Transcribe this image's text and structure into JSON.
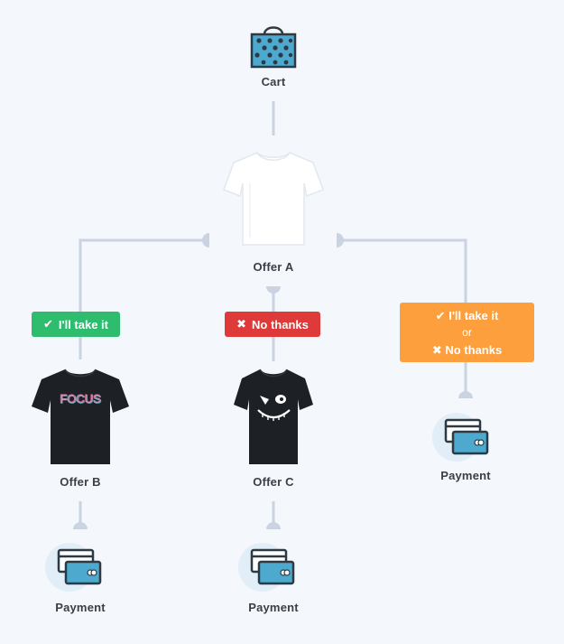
{
  "nodes": {
    "cart": {
      "label": "Cart"
    },
    "offer_a": {
      "label": "Offer A"
    },
    "offer_b": {
      "label": "Offer B"
    },
    "offer_c": {
      "label": "Offer C"
    },
    "payment_right": {
      "label": "Payment"
    },
    "payment_left": {
      "label": "Payment"
    },
    "payment_middle": {
      "label": "Payment"
    },
    "offer_b_shirt_text": "FOCUS"
  },
  "decisions": {
    "take_it": {
      "label": "I'll take it",
      "color": "#2ebd6e"
    },
    "no_thanks": {
      "label": "No thanks",
      "color": "#de3a3a"
    },
    "either": {
      "take_label": "I'll take it",
      "or_label": "or",
      "no_label": "No thanks",
      "color": "#fd9f3d"
    }
  },
  "colors": {
    "connector": "#c9d3e2",
    "background": "#f4f7fc",
    "payment_accent": "#4ea9cf",
    "text": "#3a3f47"
  },
  "icons": {
    "cart": "shopping-bag-icon",
    "payment": "credit-card-icon",
    "check": "check-icon",
    "cross": "cross-icon"
  }
}
